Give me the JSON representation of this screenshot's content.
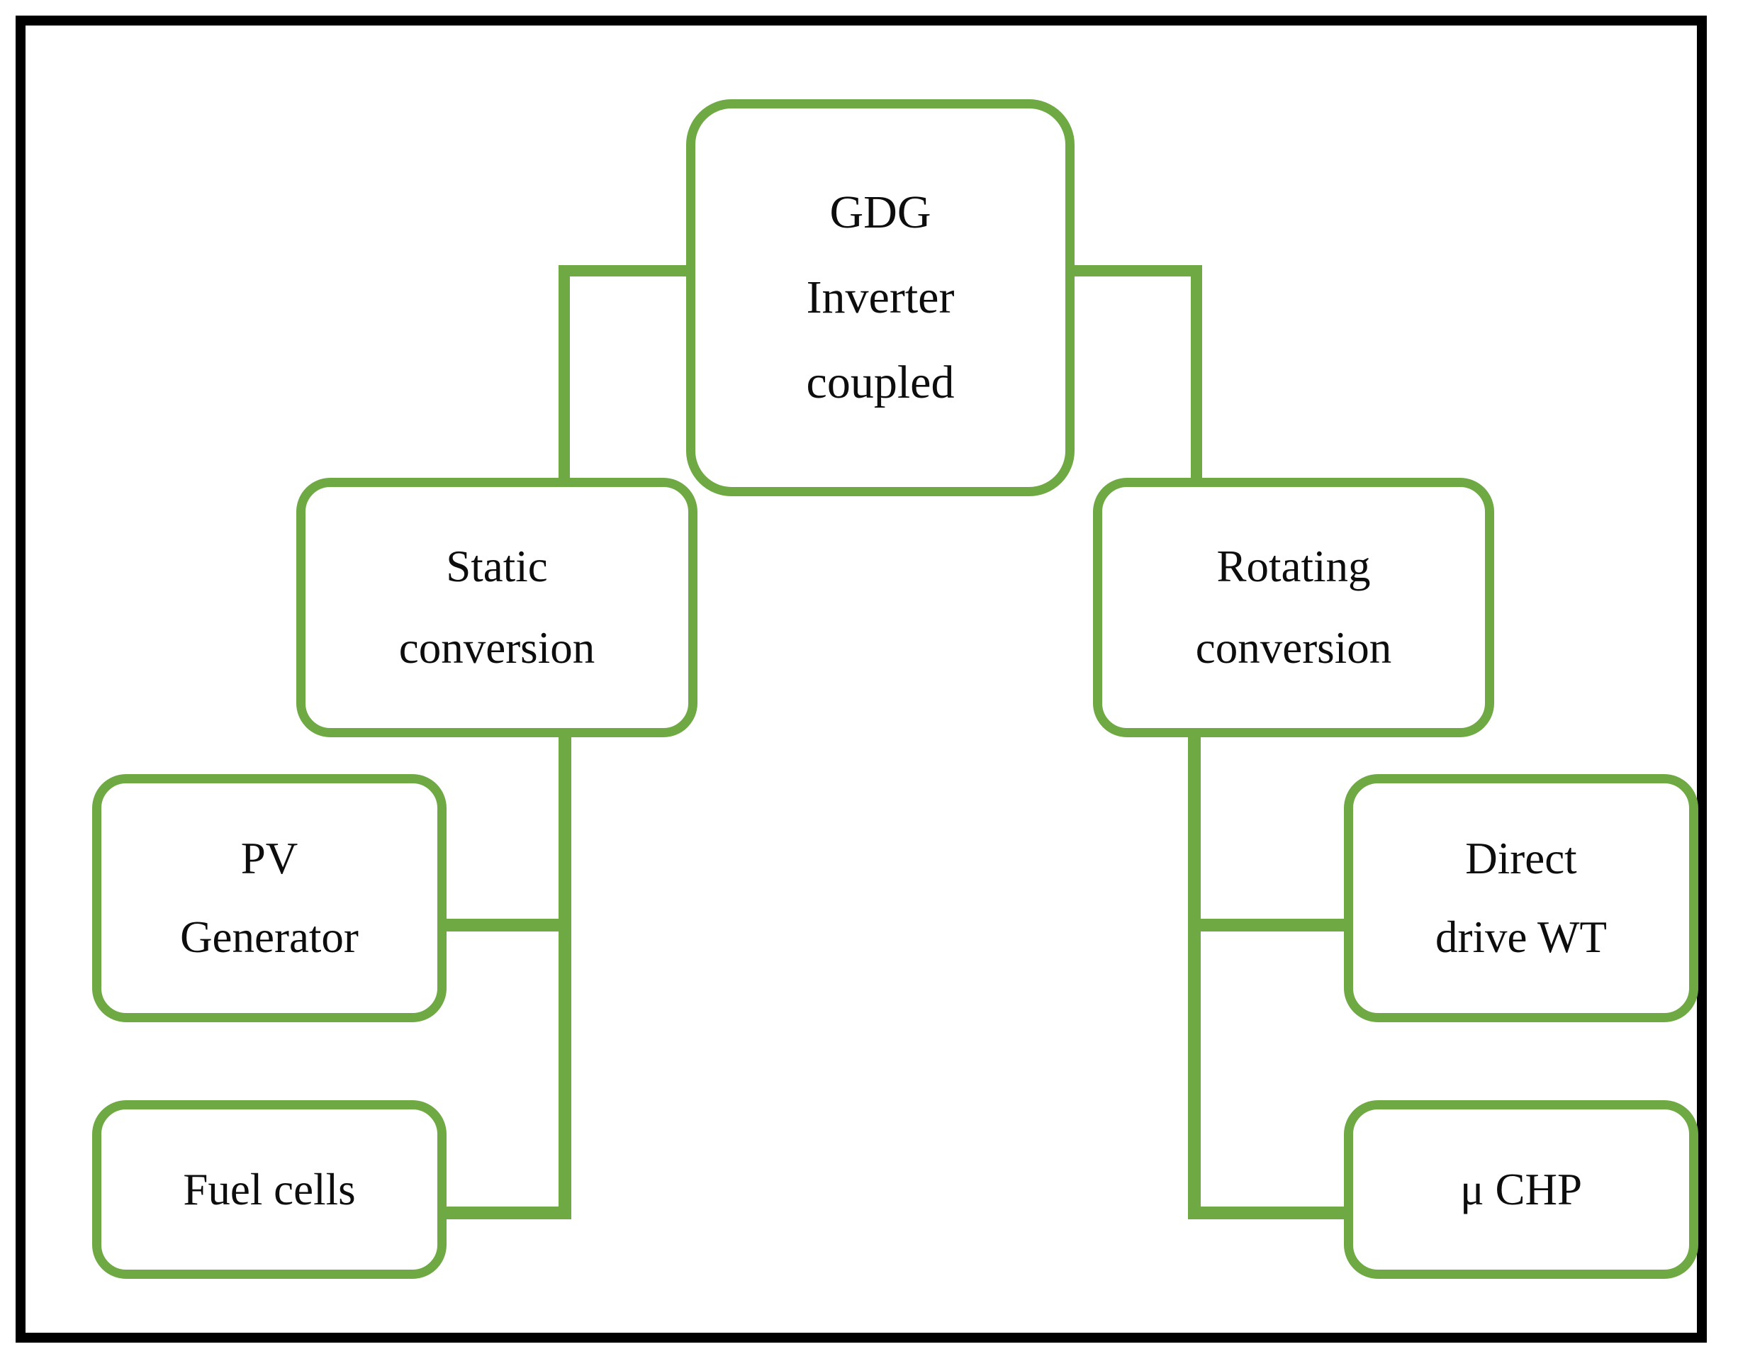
{
  "figure": {
    "type": "hierarchy-tree-diagram",
    "accent_color": "#6FA943",
    "frame_color": "#000000",
    "background_color": "#FFFFFF",
    "text_color": "#0D0D0D"
  },
  "nodes": {
    "root": {
      "id": "gdg-inverter-coupled",
      "lines": [
        "GDG",
        "Inverter",
        "coupled"
      ]
    },
    "branches": [
      {
        "id": "static-conversion",
        "lines": [
          "Static",
          "conversion"
        ]
      },
      {
        "id": "rotating-conversion",
        "lines": [
          "Rotating",
          "conversion"
        ]
      }
    ],
    "leaves": [
      {
        "id": "pv-generator",
        "parent": "static-conversion",
        "lines": [
          "PV",
          "Generator"
        ]
      },
      {
        "id": "fuel-cells",
        "parent": "static-conversion",
        "lines": [
          "Fuel cells"
        ]
      },
      {
        "id": "direct-drive-wt",
        "parent": "rotating-conversion",
        "lines": [
          "Direct",
          "drive WT"
        ]
      },
      {
        "id": "micro-chp",
        "parent": "rotating-conversion",
        "lines": [
          "μ CHP"
        ]
      }
    ]
  },
  "edges": [
    {
      "from": "gdg-inverter-coupled",
      "to": "static-conversion"
    },
    {
      "from": "gdg-inverter-coupled",
      "to": "rotating-conversion"
    },
    {
      "from": "static-conversion",
      "to": "pv-generator"
    },
    {
      "from": "static-conversion",
      "to": "fuel-cells"
    },
    {
      "from": "rotating-conversion",
      "to": "direct-drive-wt"
    },
    {
      "from": "rotating-conversion",
      "to": "micro-chp"
    }
  ]
}
